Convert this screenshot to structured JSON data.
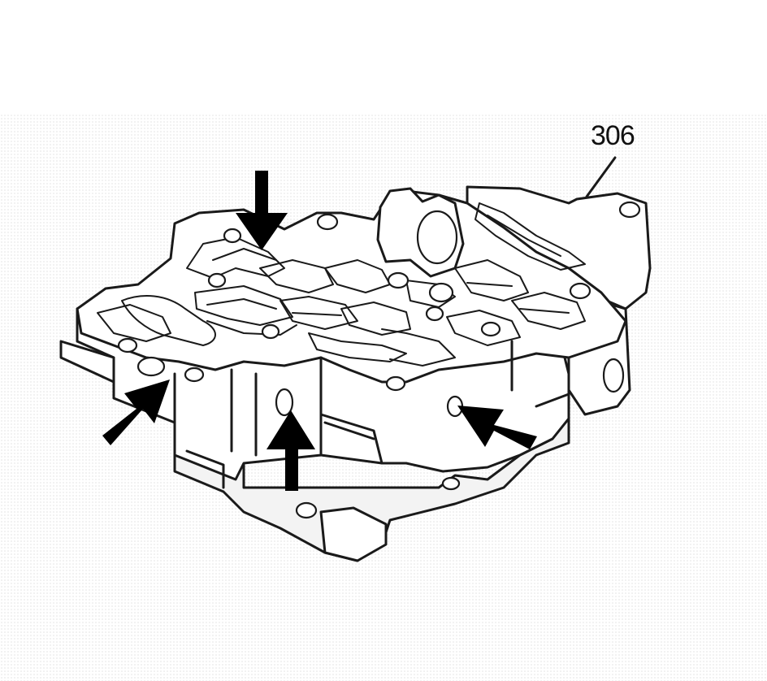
{
  "figure": {
    "part": "valve-body",
    "callout": {
      "number": "306"
    },
    "arrows": [
      {
        "direction": "down"
      },
      {
        "direction": "up-right"
      },
      {
        "direction": "up"
      },
      {
        "direction": "up-left"
      }
    ]
  }
}
